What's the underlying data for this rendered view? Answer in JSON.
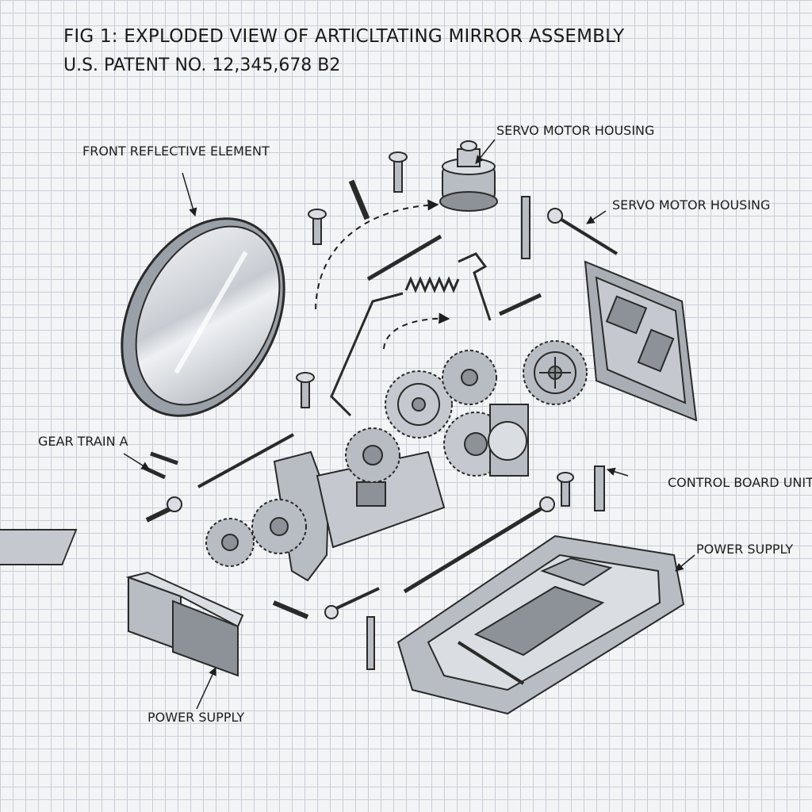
{
  "figure": {
    "title": "FIG 1:  EXPLODED VIEW OF ARTICLTATING MIRROR ASSEMBLY",
    "patent": "U.S. PATENT NO. 12,345,678 B2"
  },
  "callouts": {
    "front_reflective_element": "FRONT REFLECTIVE ELEMENT",
    "servo_motor_housing_top": "SERVO MOTOR HOUSING",
    "servo_motor_housing_right": "SERVO MOTOR HOUSING",
    "gear_train_a": "GEAR TRAIN A",
    "control_board_unit": "CONTROL BOARD UNIT",
    "power_supply_right": "POWER SUPPLY",
    "power_supply_bottom": "POWER SUPPLY"
  },
  "colors": {
    "background": "#f3f4f6",
    "grid": "#c9cdd6",
    "ink": "#2a2a2a",
    "metal": "#b8bcc3",
    "metal_dark": "#8d9299",
    "metal_light": "#dadde2"
  }
}
